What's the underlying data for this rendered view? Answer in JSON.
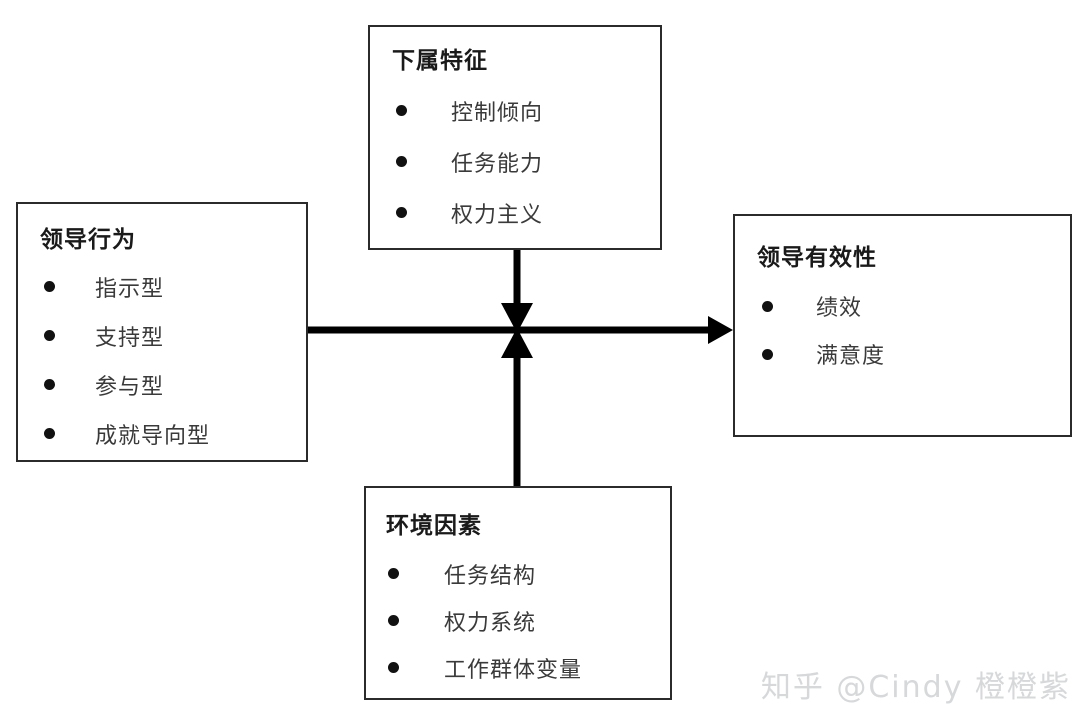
{
  "diagram": {
    "type": "path-goal-leadership-model",
    "nodes": [
      {
        "id": "leadership-behavior",
        "title": "领导行为",
        "items": [
          "指示型",
          "支持型",
          "参与型",
          "成就导向型"
        ]
      },
      {
        "id": "subordinate-characteristics",
        "title": "下属特征",
        "items": [
          "控制倾向",
          "任务能力",
          "权力主义"
        ]
      },
      {
        "id": "environmental-factors",
        "title": "环境因素",
        "items": [
          "任务结构",
          "权力系统",
          "工作群体变量"
        ]
      },
      {
        "id": "leadership-effectiveness",
        "title": "领导有效性",
        "items": [
          "绩效",
          "满意度"
        ]
      }
    ],
    "connectors": [
      {
        "id": "behavior-to-effectiveness",
        "from": "leadership-behavior",
        "to": "leadership-effectiveness",
        "direction": "right",
        "arrowhead": true
      },
      {
        "id": "subordinate-moderates",
        "from": "subordinate-characteristics",
        "to": "behavior-to-effectiveness",
        "direction": "down",
        "arrowhead": true
      },
      {
        "id": "environment-moderates",
        "from": "environmental-factors",
        "to": "behavior-to-effectiveness",
        "direction": "up",
        "arrowhead": true
      }
    ],
    "colors": {
      "border": "#2b2b2b",
      "title_text": "#1a1a1a",
      "item_text": "#3a3a3a",
      "bullet": "#111111",
      "connector": "#000000",
      "background": "#ffffff",
      "watermark": "#d6d8da"
    }
  },
  "watermark": {
    "text": "知乎 @Cindy 橙橙紫"
  }
}
